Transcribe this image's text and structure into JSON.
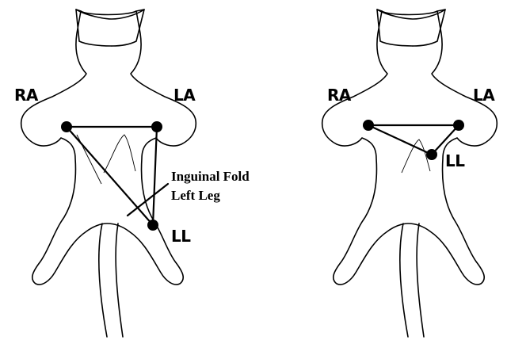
{
  "diagrams": [
    {
      "labels": {
        "ra": "RA",
        "la": "LA",
        "ll": "LL"
      },
      "annotation": {
        "line1": "Inguinal Fold",
        "line2": "Left Leg"
      }
    },
    {
      "labels": {
        "ra": "RA",
        "la": "LA",
        "ll": "LL"
      }
    }
  ]
}
